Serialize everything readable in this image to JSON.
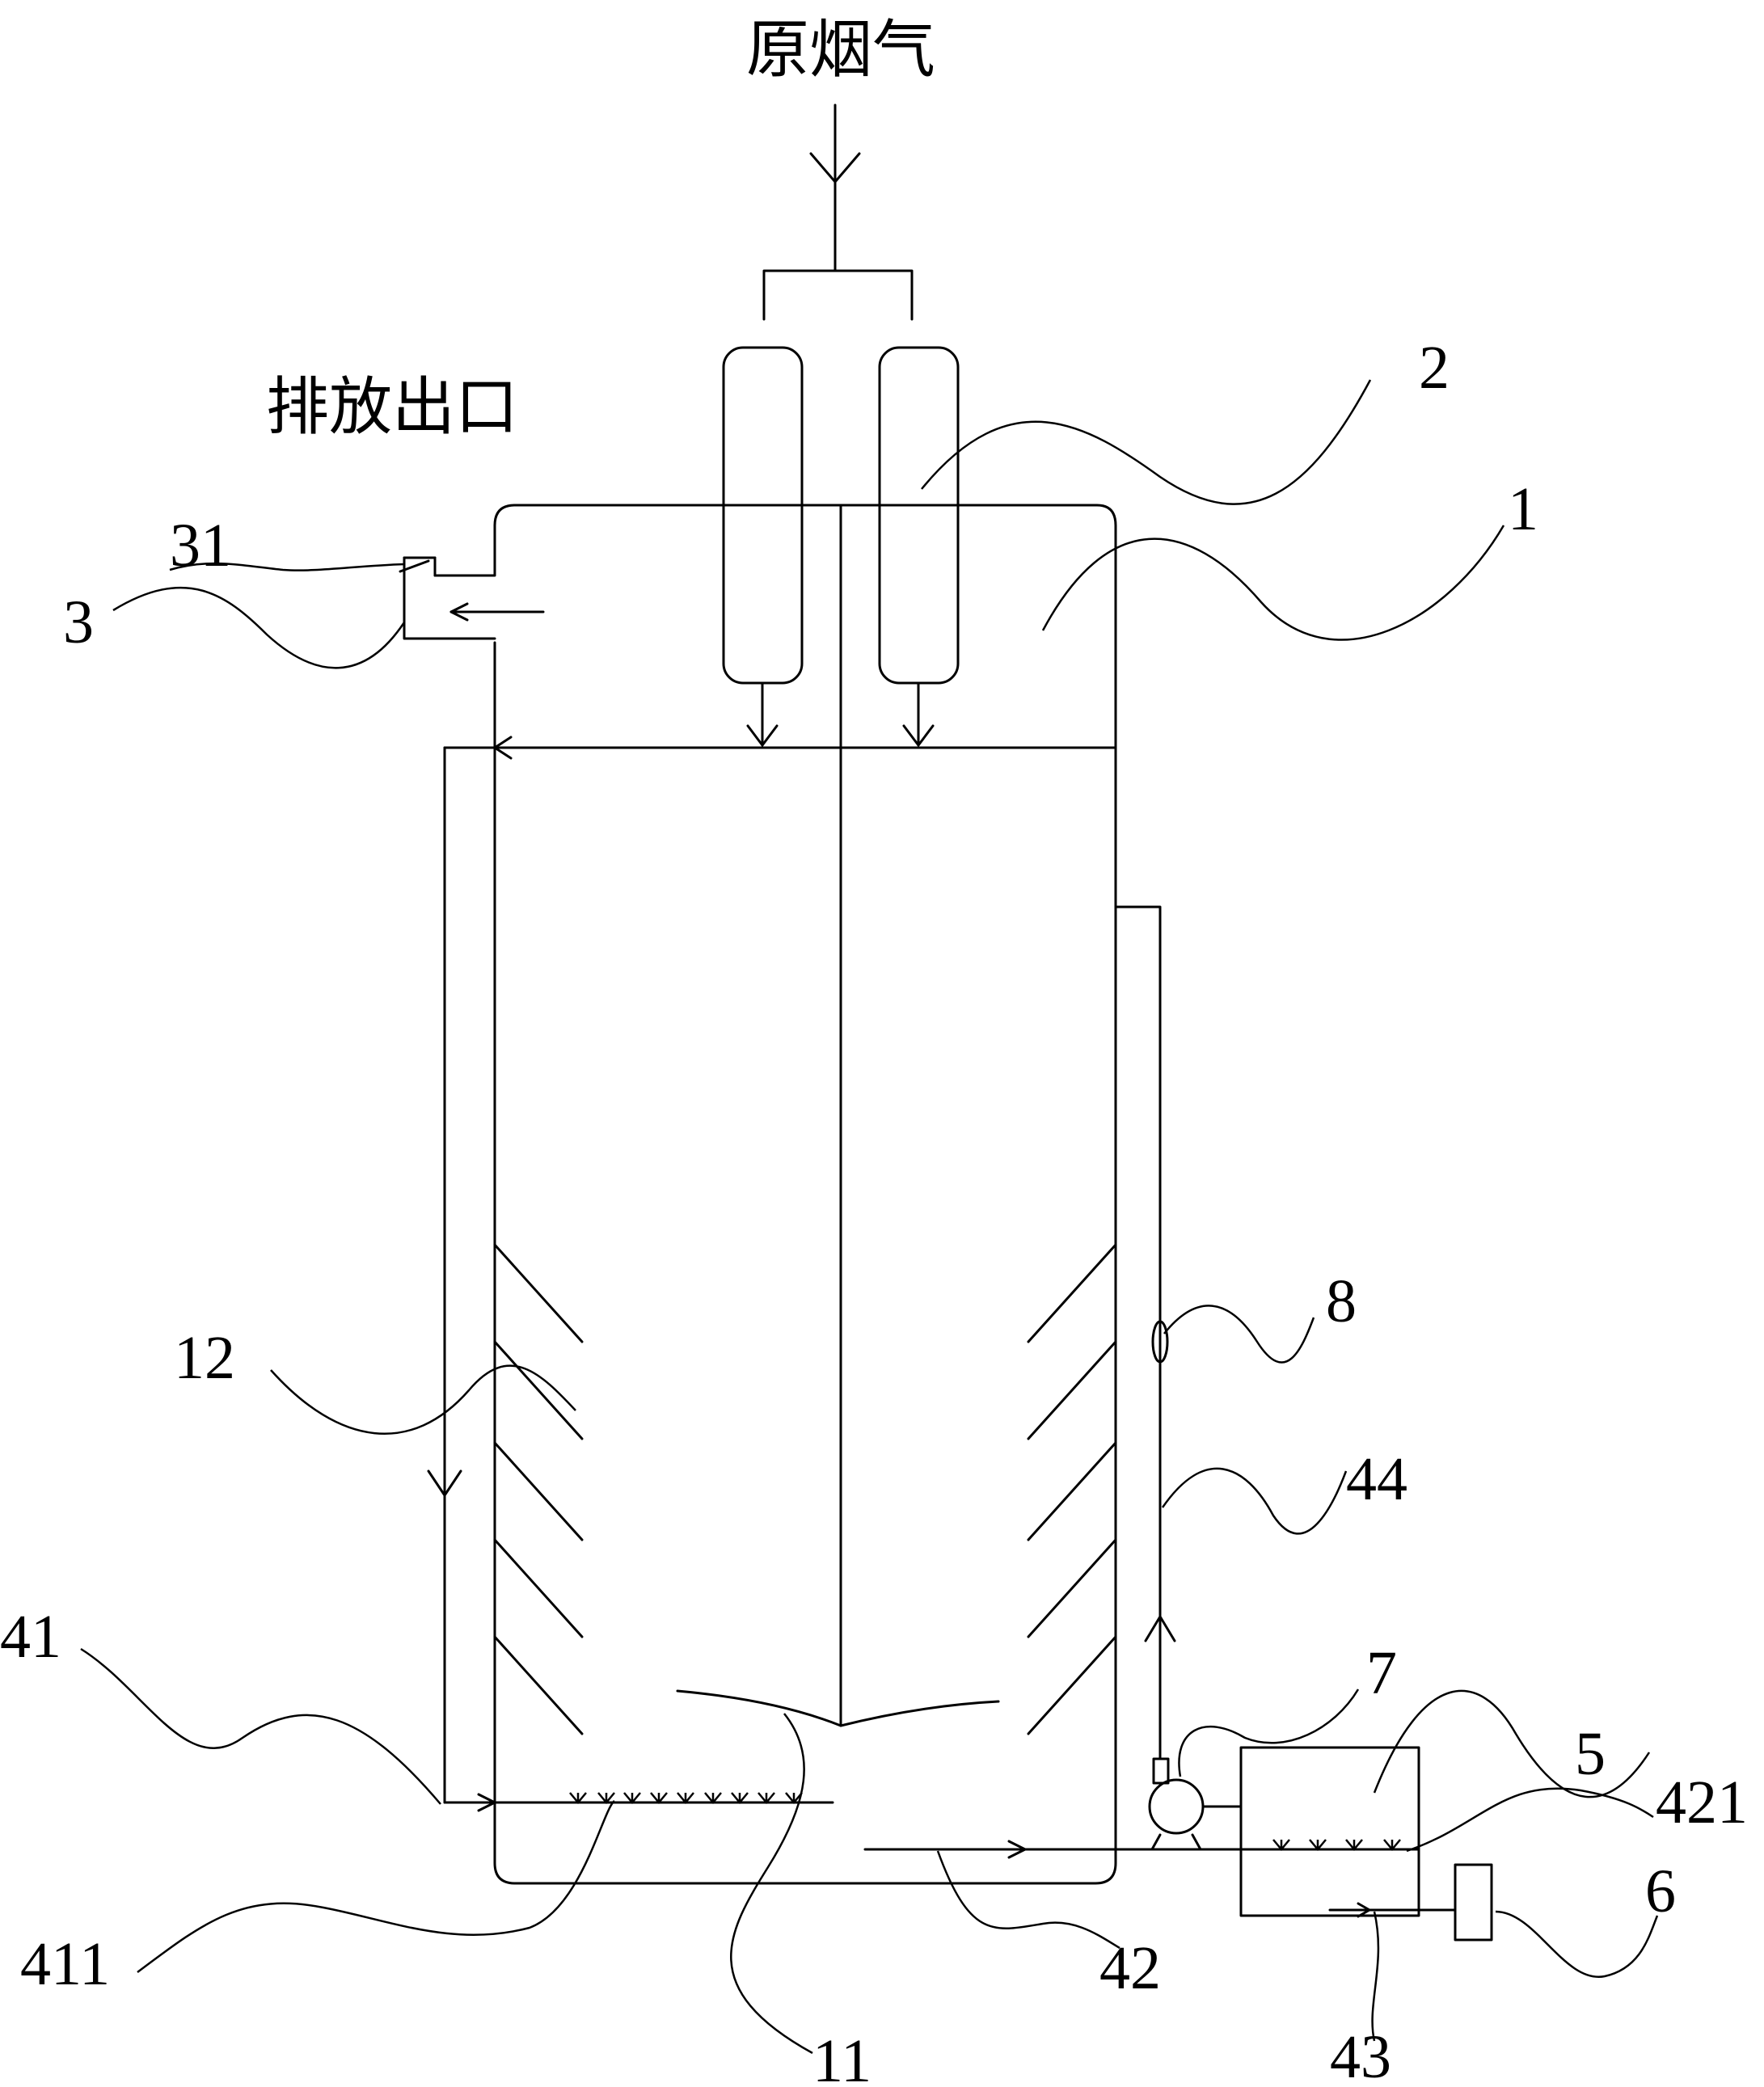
{
  "texts": {
    "raw_flue_gas": "原烟气",
    "discharge_outlet": "排放出口"
  },
  "labels": {
    "l1": "1",
    "l2": "2",
    "l3": "3",
    "l31": "31",
    "l5": "5",
    "l6": "6",
    "l7": "7",
    "l8": "8",
    "l11": "11",
    "l12": "12",
    "l41": "41",
    "l411": "411",
    "l42": "42",
    "l421": "421",
    "l43": "43",
    "l44": "44"
  }
}
